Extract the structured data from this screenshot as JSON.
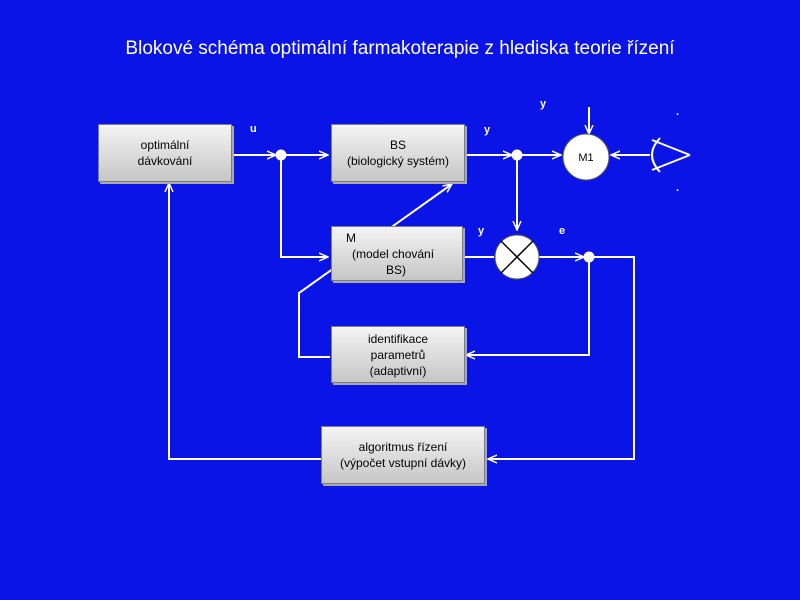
{
  "title": "Blokové schéma optimální farmakoterapie z hlediska teorie řízení",
  "blocks": {
    "dosing": [
      "optimální",
      "dávkování"
    ],
    "bs": [
      "BS",
      "(biologický systém)"
    ],
    "model": [
      "M",
      "(model chování",
      "BS)"
    ],
    "identification": [
      "identifikace",
      "parametrů",
      "(adaptivní)"
    ],
    "algorithm": [
      "algoritmus řízení",
      "(výpočet vstupní dávky)"
    ],
    "m1": "M1"
  },
  "signals": {
    "u": "u",
    "y_bs": "y",
    "y_top": "y",
    "y_model": "y",
    "e": "e",
    "dot_upper": ".",
    "dot_lower": "."
  }
}
